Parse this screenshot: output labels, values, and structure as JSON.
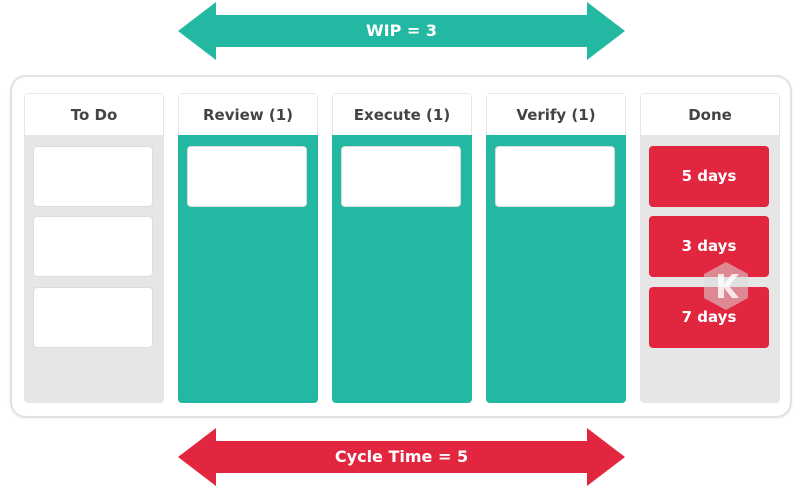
{
  "wip_arrow": {
    "label": "WIP = 3",
    "color": "#23b8a2"
  },
  "cycle_arrow": {
    "label": "Cycle Time = 5",
    "color": "#e3263f"
  },
  "columns": [
    {
      "title": "To Do"
    },
    {
      "title": "Review (1)"
    },
    {
      "title": "Execute (1)"
    },
    {
      "title": "Verify (1)"
    },
    {
      "title": "Done"
    }
  ],
  "done_cards": [
    "5 days",
    "3 days",
    "7 days"
  ],
  "colors": {
    "accent_green": "#23b8a2",
    "accent_red": "#e3263f",
    "column_gray": "#e6e6e6"
  },
  "icons": {
    "watermark": "kanbanize-logo-icon"
  }
}
